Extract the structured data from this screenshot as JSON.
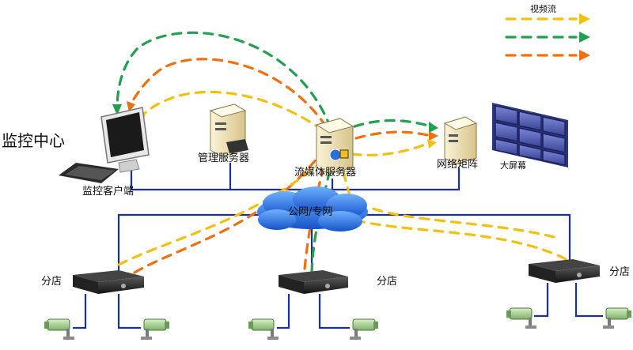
{
  "legend": {
    "title": "视频流",
    "colors": [
      "#f2c010",
      "#22a050",
      "#f07010"
    ]
  },
  "labels": {
    "monitoring_center": "监控中心",
    "client": "监控客户端",
    "mgmt_server": "管理服务器",
    "stream_server": "流媒体服务器",
    "matrix": "网络矩阵",
    "big_screen": "大屏幕",
    "network": "公网/专网",
    "branch_1": "分店",
    "branch_2": "分店",
    "branch_3": "分店"
  },
  "colors": {
    "link": "#1a2fa0",
    "cloud": "#2d6fd6",
    "yellow": "#f2c010",
    "green": "#22a050",
    "orange": "#f07010"
  }
}
